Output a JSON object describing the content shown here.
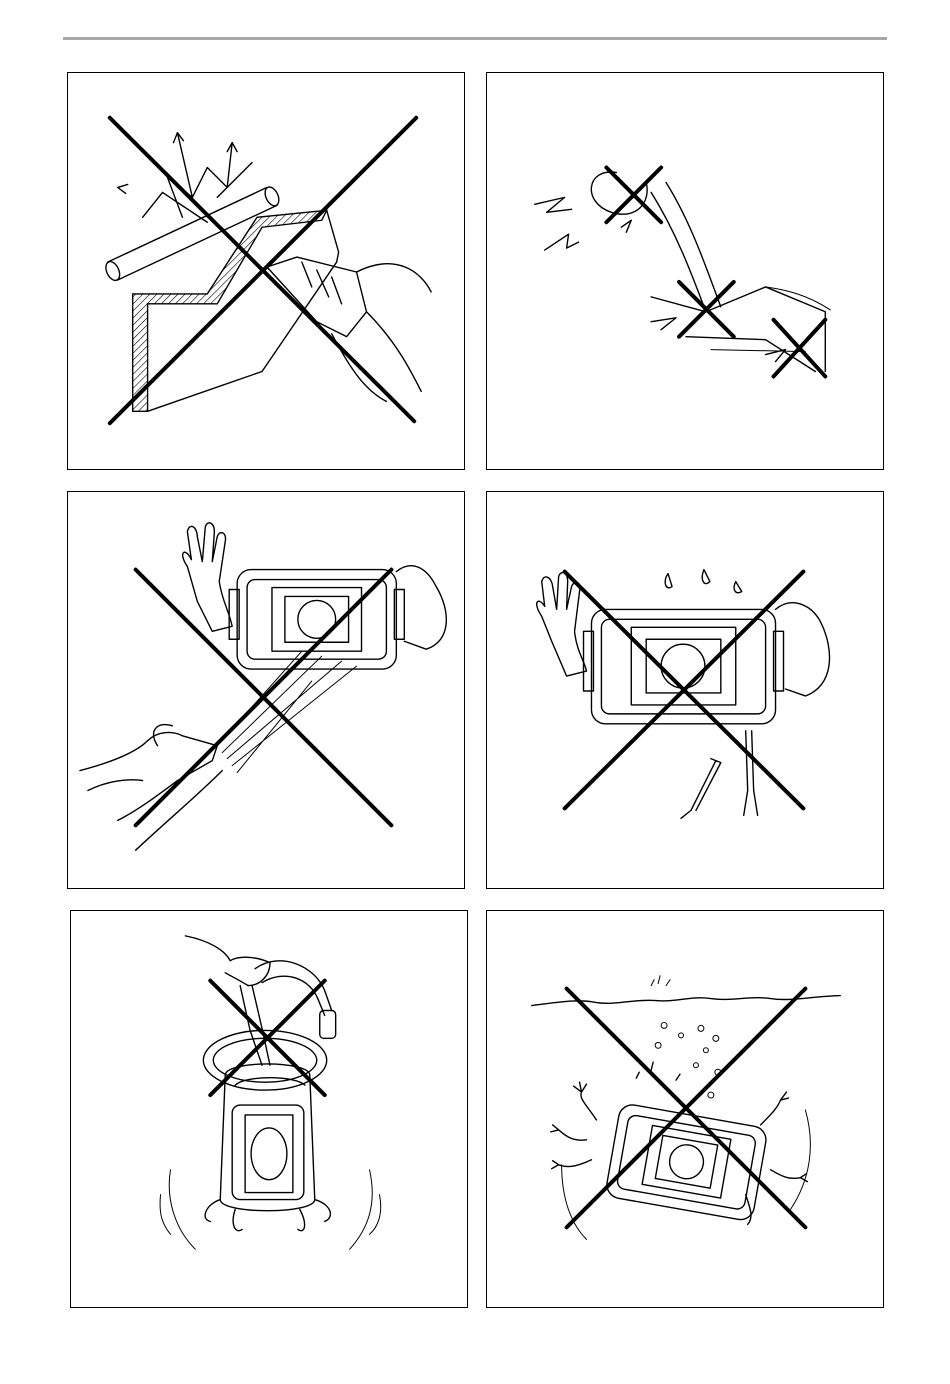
{
  "page": {
    "panels": [
      {
        "id": "p1",
        "prohibited": true,
        "illustration": "heat-welding-warning"
      },
      {
        "id": "p2",
        "prohibited": true,
        "illustration": "cable-sharp-edge-warning"
      },
      {
        "id": "p3",
        "prohibited": true,
        "illustration": "water-jet-spray-warning"
      },
      {
        "id": "p4",
        "prohibited": true,
        "illustration": "sharp-tools-screwdriver-warning"
      },
      {
        "id": "p5",
        "prohibited": true,
        "illustration": "lift-by-cable-warning"
      },
      {
        "id": "p6",
        "prohibited": true,
        "illustration": "submersion-warning"
      }
    ],
    "colors": {
      "ink": "#000000",
      "rule": "#a8a8a8",
      "background": "#ffffff"
    }
  }
}
